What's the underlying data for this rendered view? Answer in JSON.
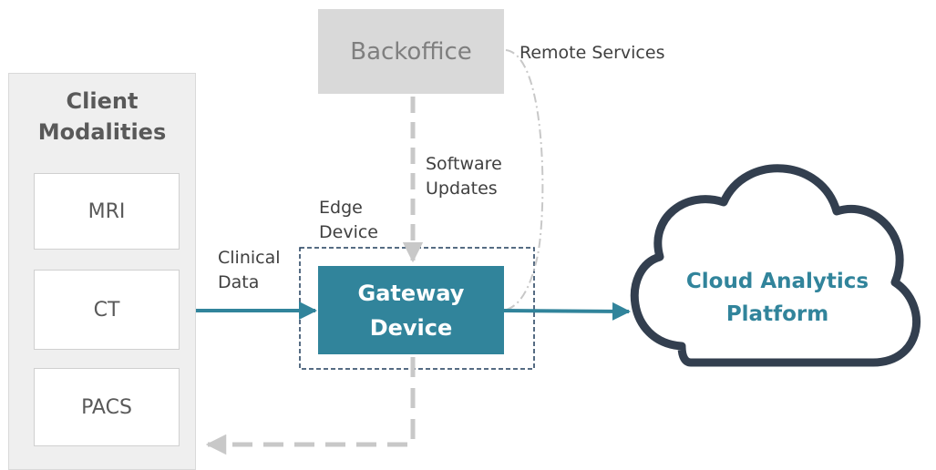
{
  "client_modalities": {
    "title_line1": "Client",
    "title_line2": "Modalities",
    "items": [
      "MRI",
      "CT",
      "PACS"
    ]
  },
  "backoffice": {
    "label": "Backoffice"
  },
  "gateway": {
    "line1": "Gateway",
    "line2": "Device"
  },
  "labels": {
    "remote_services": "Remote Services",
    "software_updates_line1": "Software",
    "software_updates_line2": "Updates",
    "edge_device_line1": "Edge",
    "edge_device_line2": "Device",
    "clinical_data_line1": "Clinical",
    "clinical_data_line2": "Data"
  },
  "cloud": {
    "line1": "Cloud Analytics",
    "line2": "Platform"
  },
  "colors": {
    "teal": "#31849b",
    "dark_outline": "#333f4f",
    "gray_fill": "#d9d9d9",
    "dashed_line": "#c8c8c8"
  }
}
